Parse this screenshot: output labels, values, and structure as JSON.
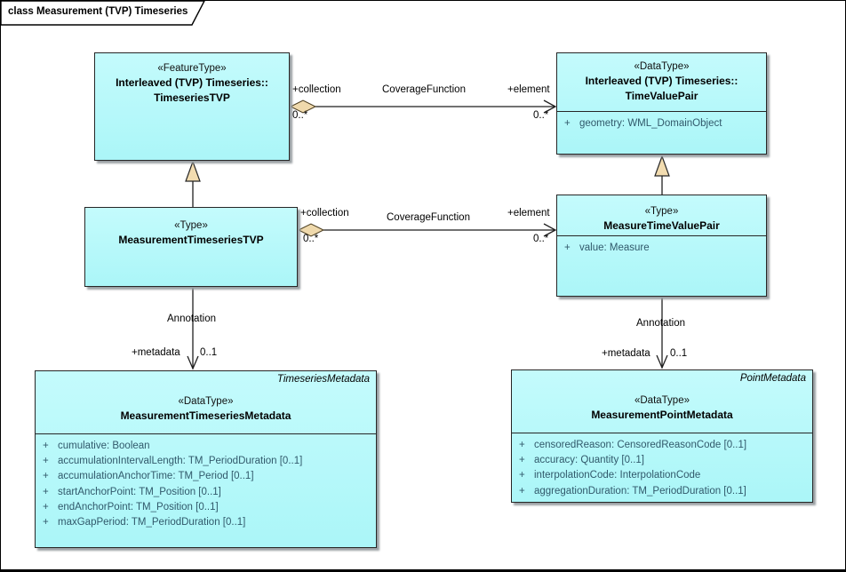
{
  "title_bar": {
    "label": "class Measurement (TVP) Timeseries"
  },
  "colors": {
    "class_fill": "#b4f9fa",
    "class_border": "#262626",
    "attribute_text": "#31596b",
    "aggregation_diamond_fill": "#efd9ac",
    "generalization_triangle_fill": "#f2dcb0",
    "background": "#ffffff"
  },
  "classes": {
    "timeseries_tvp": {
      "stereotype": "«FeatureType»",
      "name_line1": "Interleaved (TVP) Timeseries::",
      "name_line2": "TimeseriesTVP"
    },
    "time_value_pair": {
      "stereotype": "«DataType»",
      "name_line1": "Interleaved (TVP) Timeseries::",
      "name_line2": "TimeValuePair",
      "attributes": [
        {
          "vis": "+",
          "text": "geometry: WML_DomainObject"
        }
      ]
    },
    "measurement_timeseries_tvp": {
      "stereotype": "«Type»",
      "name": "MeasurementTimeseriesTVP"
    },
    "measure_time_value_pair": {
      "stereotype": "«Type»",
      "name": "MeasureTimeValuePair",
      "attributes": [
        {
          "vis": "+",
          "text": "value: Measure"
        }
      ]
    },
    "measurement_timeseries_metadata": {
      "corner_label": "TimeseriesMetadata",
      "stereotype": "«DataType»",
      "name": "MeasurementTimeseriesMetadata",
      "attributes": [
        {
          "vis": "+",
          "text": "cumulative: Boolean"
        },
        {
          "vis": "+",
          "text": "accumulationIntervalLength: TM_PeriodDuration [0..1]"
        },
        {
          "vis": "+",
          "text": "accumulationAnchorTime: TM_Period [0..1]"
        },
        {
          "vis": "+",
          "text": "startAnchorPoint: TM_Position [0..1]"
        },
        {
          "vis": "+",
          "text": "endAnchorPoint: TM_Position [0..1]"
        },
        {
          "vis": "+",
          "text": "maxGapPeriod: TM_PeriodDuration [0..1]"
        }
      ]
    },
    "measurement_point_metadata": {
      "corner_label": "PointMetadata",
      "stereotype": "«DataType»",
      "name": "MeasurementPointMetadata",
      "attributes": [
        {
          "vis": "+",
          "text": "censoredReason: CensoredReasonCode [0..1]"
        },
        {
          "vis": "+",
          "text": "accuracy: Quantity [0..1]"
        },
        {
          "vis": "+",
          "text": "interpolationCode: InterpolationCode"
        },
        {
          "vis": "+",
          "text": "aggregationDuration: TM_PeriodDuration [0..1]"
        }
      ]
    }
  },
  "connectors": {
    "coverage_top": {
      "name": "CoverageFunction",
      "source_role": "+collection",
      "source_mult": "0..*",
      "target_role": "+element",
      "target_mult": "0..*"
    },
    "coverage_mid": {
      "name": "CoverageFunction",
      "source_role": "+collection",
      "source_mult": "0..*",
      "target_role": "+element",
      "target_mult": "0..*"
    },
    "annotation_left": {
      "name": "Annotation",
      "target_role": "+metadata",
      "target_mult": "0..1"
    },
    "annotation_right": {
      "name": "Annotation",
      "target_role": "+metadata",
      "target_mult": "0..1"
    }
  }
}
